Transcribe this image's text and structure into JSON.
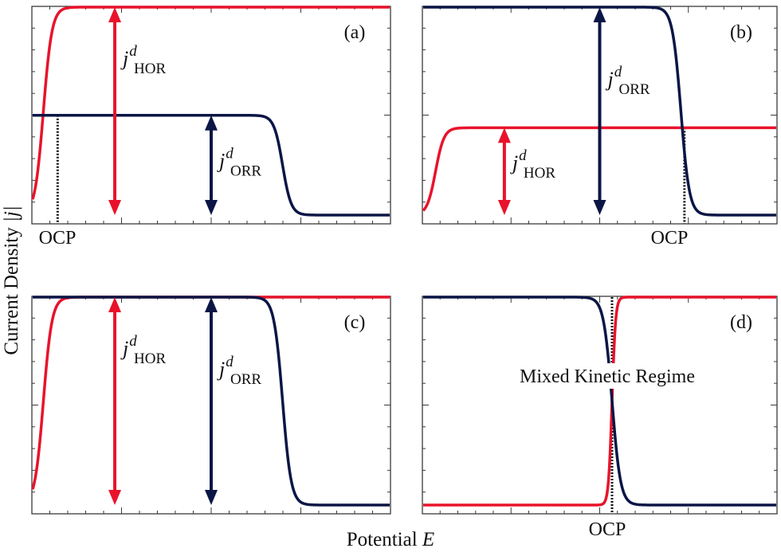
{
  "axes": {
    "xlabel": "Potential",
    "xlabel_var": "E",
    "ylabel": "Current Density",
    "ylabel_var": "|j|"
  },
  "colors": {
    "hor": "#e8132b",
    "orr": "#0b1646"
  },
  "current_symbol": "j",
  "superscript": "d",
  "chart_data": [
    {
      "type": "line",
      "panel_label": "(a)",
      "ocp_label": "OCP",
      "series": [
        {
          "id": "hor",
          "color": "#e8132b",
          "low": 0.0,
          "high": 1.0,
          "center": 0.03,
          "width": 0.012,
          "direction": "rising"
        },
        {
          "id": "orr",
          "color": "#0b1646",
          "low": 0.0,
          "high": 0.48,
          "center": 0.7,
          "width": 0.012,
          "direction": "falling"
        }
      ],
      "ocp_x": 0.07,
      "arrows": [
        {
          "series": "hor",
          "x": 0.23,
          "from": 0.0,
          "to": 1.0,
          "label": "HOR"
        },
        {
          "series": "orr",
          "x": 0.5,
          "from": 0.0,
          "to": 0.48,
          "label": "ORR"
        }
      ]
    },
    {
      "type": "line",
      "panel_label": "(b)",
      "ocp_label": "OCP",
      "series": [
        {
          "id": "hor",
          "color": "#e8132b",
          "low": 0.0,
          "high": 0.42,
          "center": 0.035,
          "width": 0.012,
          "direction": "rising"
        },
        {
          "id": "orr",
          "color": "#0b1646",
          "low": 0.0,
          "high": 1.0,
          "center": 0.73,
          "width": 0.012,
          "direction": "falling"
        }
      ],
      "ocp_x": 0.74,
      "arrows": [
        {
          "series": "hor",
          "x": 0.23,
          "from": 0.0,
          "to": 0.42,
          "label": "HOR"
        },
        {
          "series": "orr",
          "x": 0.5,
          "from": 0.0,
          "to": 1.0,
          "label": "ORR"
        }
      ]
    },
    {
      "type": "line",
      "panel_label": "(c)",
      "ocp_label": "",
      "series": [
        {
          "id": "hor",
          "color": "#e8132b",
          "low": 0.0,
          "high": 1.0,
          "center": 0.03,
          "width": 0.012,
          "direction": "rising"
        },
        {
          "id": "orr",
          "color": "#0b1646",
          "low": 0.0,
          "high": 1.0,
          "center": 0.7,
          "width": 0.012,
          "direction": "falling"
        }
      ],
      "ocp_x": null,
      "arrows": [
        {
          "series": "hor",
          "x": 0.23,
          "from": 0.0,
          "to": 1.0,
          "label": "HOR"
        },
        {
          "series": "orr",
          "x": 0.5,
          "from": 0.0,
          "to": 1.0,
          "label": "ORR"
        }
      ]
    },
    {
      "type": "line",
      "panel_label": "(d)",
      "ocp_label": "OCP",
      "annotation": "Mixed Kinetic Regime",
      "series": [
        {
          "id": "hor",
          "color": "#e8132b",
          "low": 0.0,
          "high": 1.0,
          "center": 0.535,
          "width": 0.005,
          "direction": "rising"
        },
        {
          "id": "orr",
          "color": "#0b1646",
          "low": 0.0,
          "high": 1.0,
          "center": 0.535,
          "width": 0.012,
          "direction": "falling"
        }
      ],
      "ocp_x": 0.535,
      "arrows": []
    }
  ]
}
